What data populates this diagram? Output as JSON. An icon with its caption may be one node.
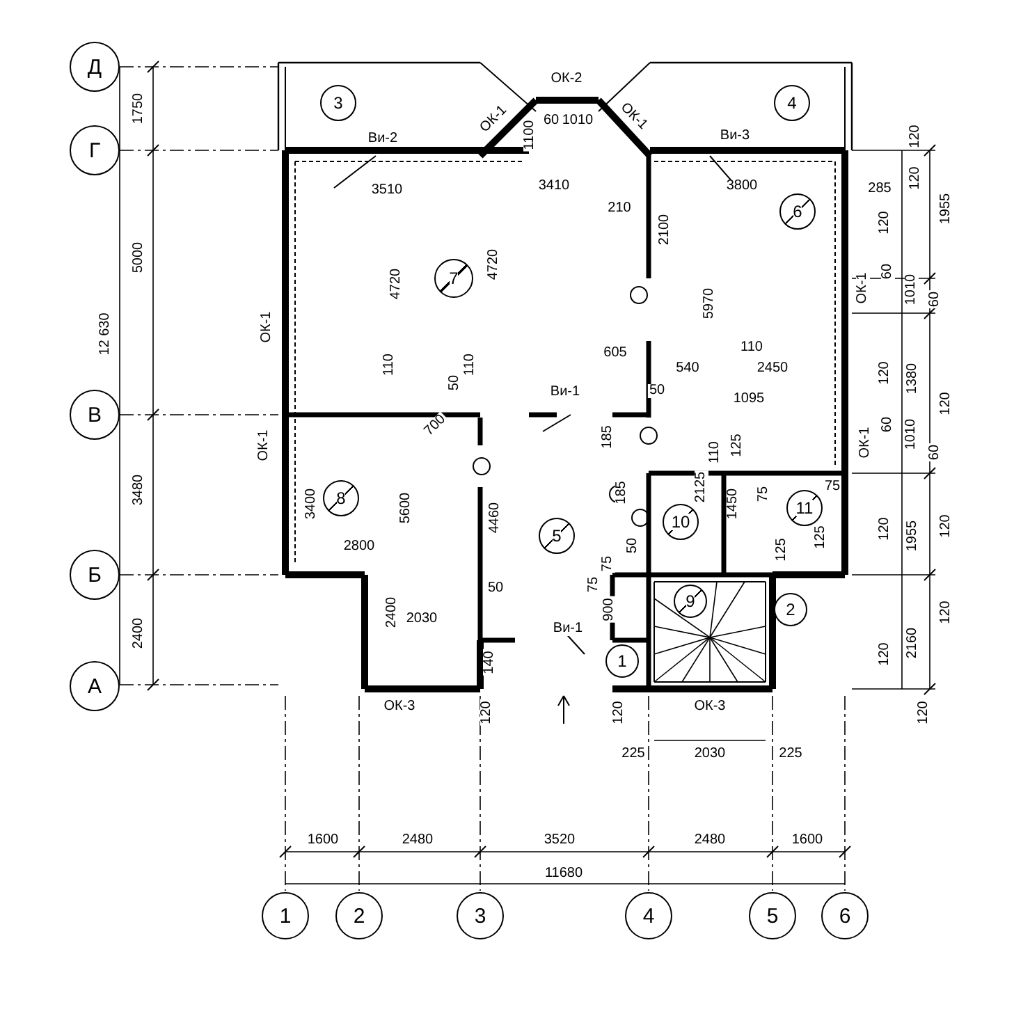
{
  "diagram": {
    "nodes": [
      {
        "text": [
          "Д"
        ]
      },
      {
        "text": [
          "3"
        ]
      },
      {
        "text": [
          "4"
        ]
      },
      {
        "text": [
          "Г"
        ]
      },
      {
        "text": [
          "7"
        ]
      },
      {
        "text": [
          "6"
        ]
      },
      {
        "text": [
          "В"
        ]
      },
      {
        "text": [
          "8"
        ]
      },
      {
        "text": [
          "5"
        ]
      },
      {
        "text": [
          "10"
        ]
      },
      {
        "text": [
          "11"
        ]
      },
      {
        "text": [
          "Б"
        ]
      },
      {
        "text": [
          "9"
        ]
      },
      {
        "text": [
          "2"
        ]
      },
      {
        "text": [
          "А"
        ]
      },
      {
        "text": [
          "1"
        ]
      },
      {
        "text": [
          "1"
        ]
      },
      {
        "text": [
          "2"
        ]
      },
      {
        "text": [
          "3"
        ]
      },
      {
        "text": [
          "4"
        ]
      },
      {
        "text": [
          "5"
        ]
      },
      {
        "text": [
          "6"
        ]
      }
    ],
    "labels": [
      "1750",
      "ОК-2",
      "ОК-1",
      "ОК-1",
      "60",
      "1010",
      "1100",
      "Ви-2",
      "Ви-3",
      "120",
      "3510",
      "3410",
      "3800",
      "285",
      "1955",
      "120",
      "210",
      "120",
      "ОК-1",
      "12 630",
      "5000",
      "4720",
      "4720",
      "2100",
      "5970",
      "ОК-1",
      "60",
      "1010",
      "60",
      "110",
      "50",
      "110",
      "605",
      "110",
      "120",
      "1380",
      "120",
      "Ви-1",
      "540",
      "2450",
      "50",
      "1095",
      "3480",
      "ОК-1",
      "700",
      "185",
      "ОК-1",
      "60",
      "1010",
      "60",
      "110",
      "125",
      "185",
      "2125",
      "1450",
      "75",
      "75",
      "3400",
      "5600",
      "4460",
      "125",
      "125",
      "120",
      "1955",
      "120",
      "2800",
      "50",
      "75",
      "75",
      "2400",
      "2400",
      "2030",
      "50",
      "900",
      "Ви-1",
      "120",
      "2160",
      "120",
      "140",
      "120",
      "120",
      "120",
      "ОК-3",
      "ОК-3",
      "225",
      "2030",
      "225",
      "1600",
      "2480",
      "3520",
      "2480",
      "1600",
      "11680"
    ]
  }
}
